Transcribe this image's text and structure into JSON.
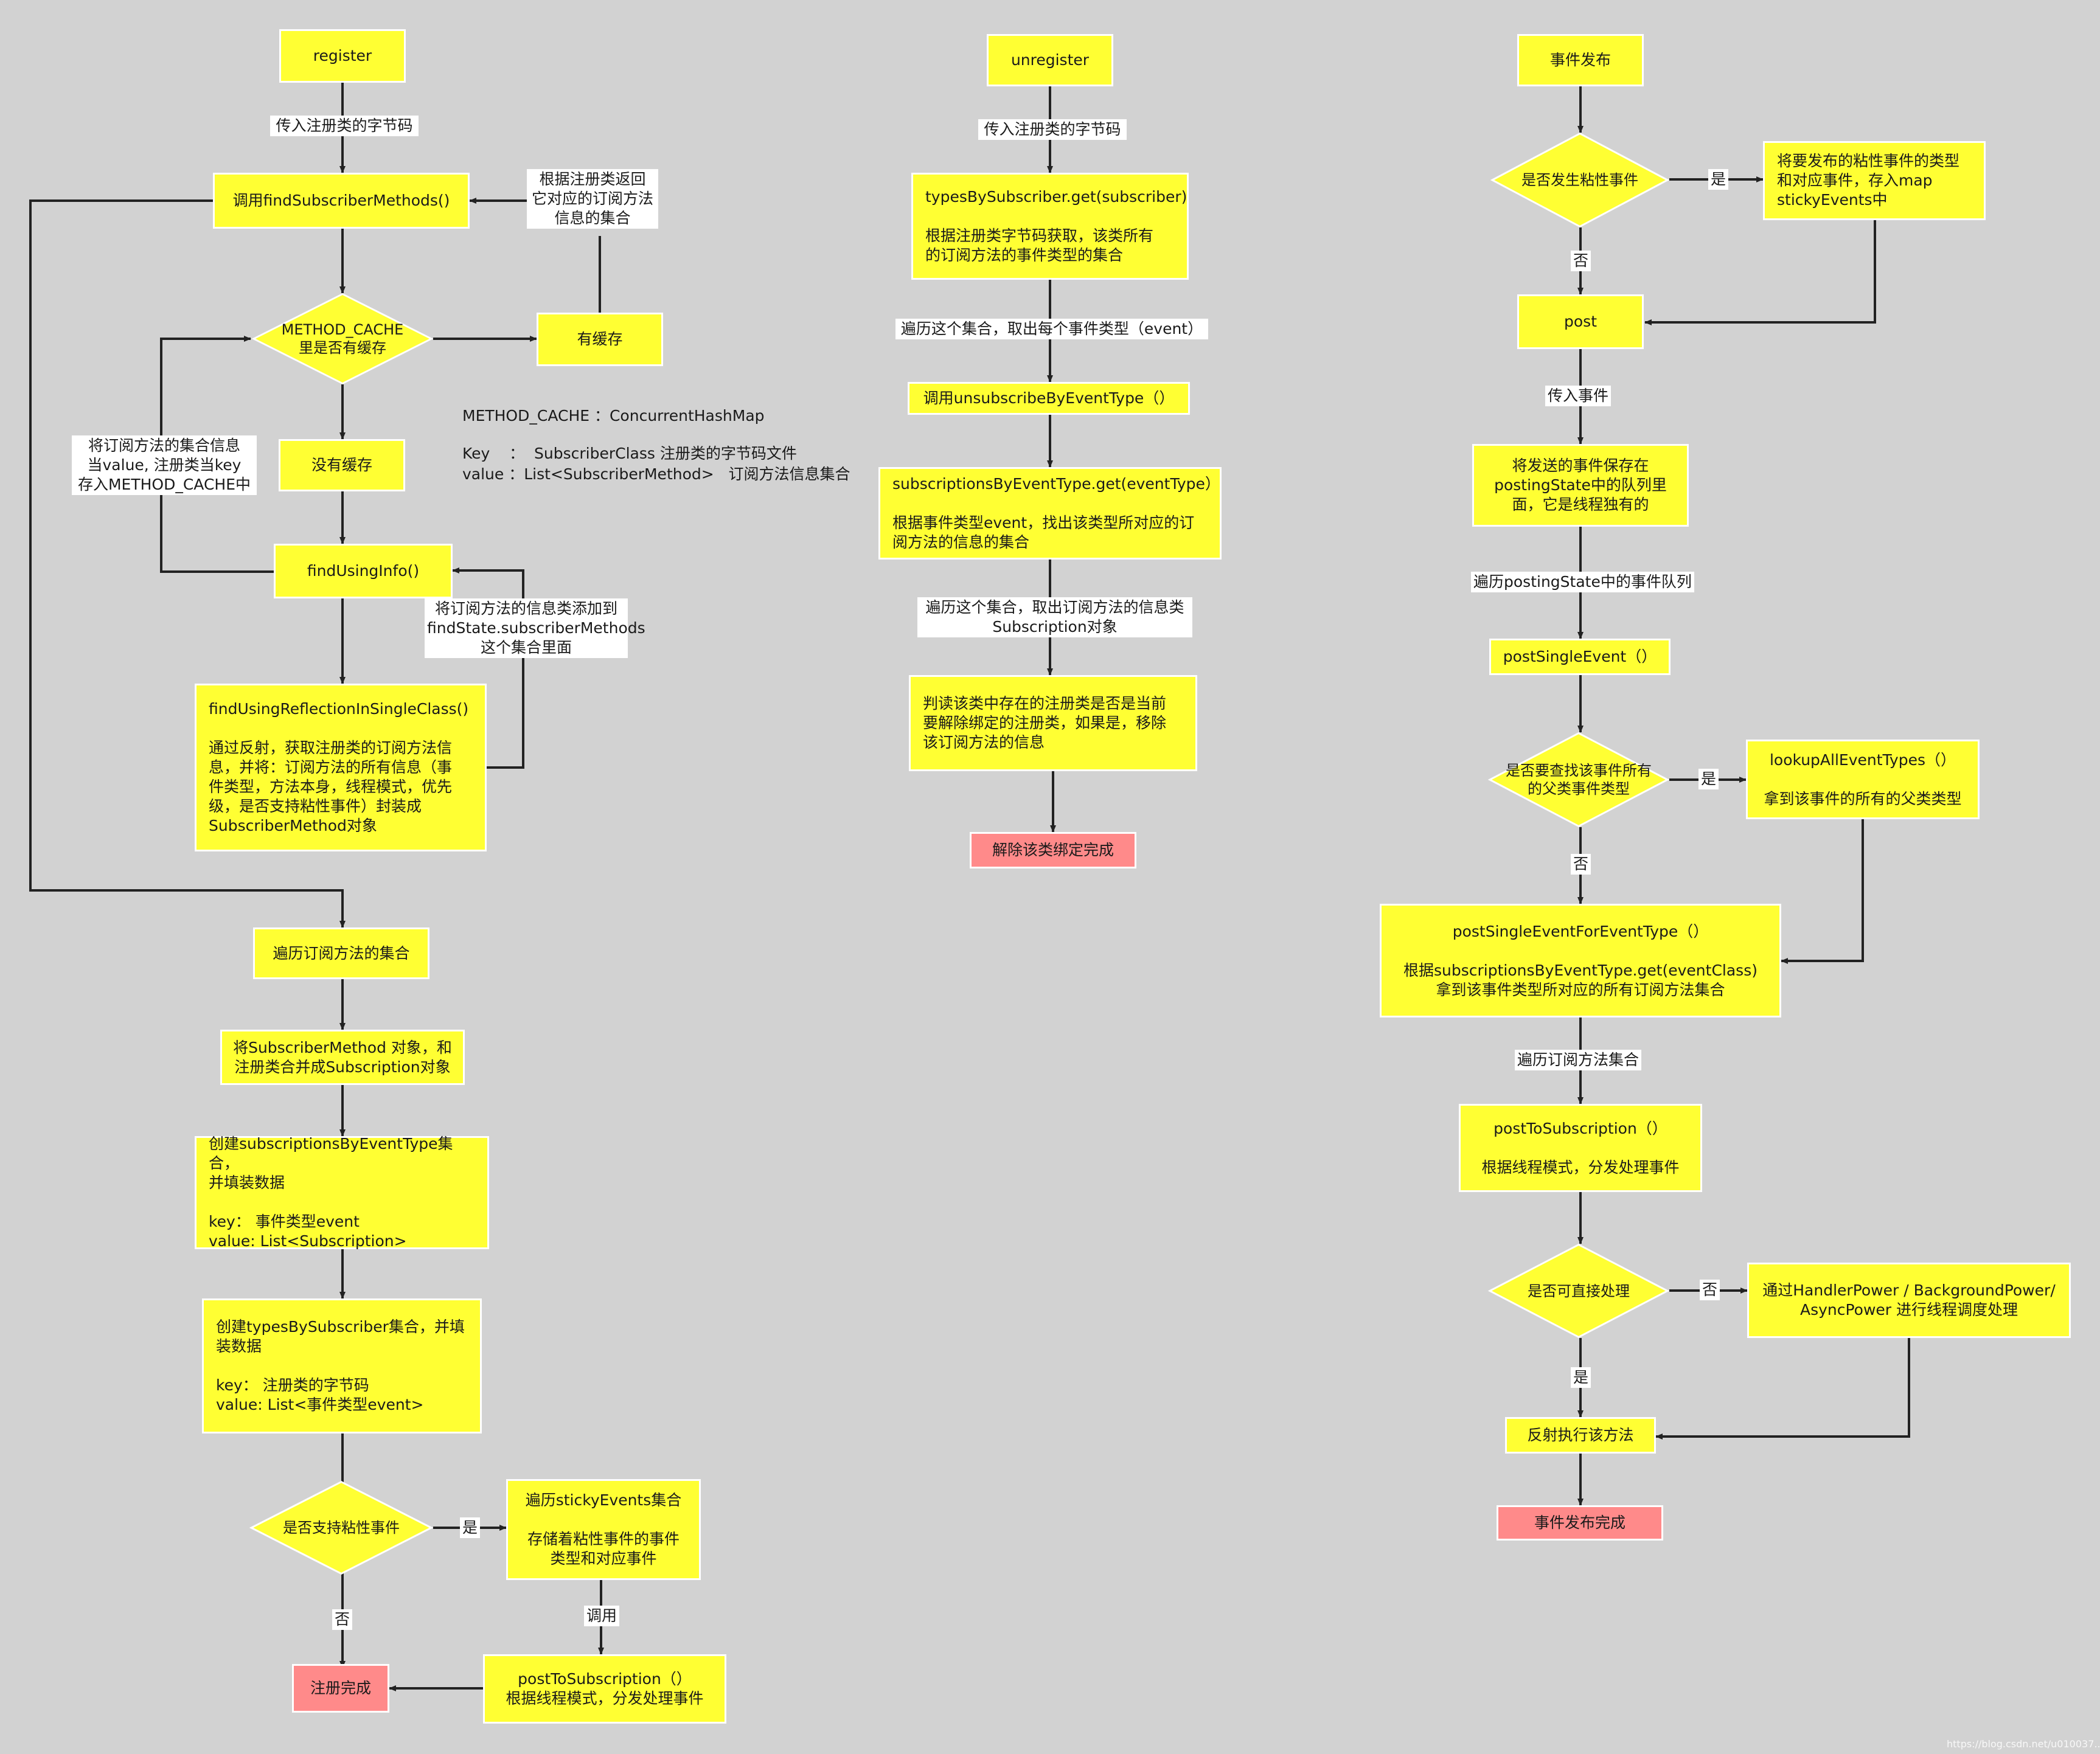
{
  "register_flow": {
    "start": "register",
    "lbl_pass_bytecode": "传入注册类的字节码",
    "call_find": "调用findSubscriberMethods()",
    "lbl_return": "根据注册类返回\n它对应的订阅方法\n信息的集合",
    "method_cache_decision": "METHOD_CACHE\n里是否有缓存",
    "has_cache": "有缓存",
    "no_cache": "没有缓存",
    "lbl_store_cache": "将订阅方法的集合信息\n当value, 注册类当key\n存入METHOD_CACHE中",
    "find_using_info": "findUsingInfo()",
    "lbl_add_methods": "将订阅方法的信息类添加到\nfindState.subscriberMethods\n这个集合里面",
    "reflection": "findUsingReflectionInSingleClass()\n\n通过反射，获取注册类的订阅方法信\n息，并将：订阅方法的所有信息（事\n件类型，方法本身，线程模式，优先\n级，是否支持粘性事件）封装成\nSubscriberMethod对象",
    "iterate_methods": "遍历订阅方法的集合",
    "combine": "将SubscriberMethod 对象，和\n注册类合并成Subscription对象",
    "create_subs": "创建subscriptionsByEventType集合，\n并填装数据\n\nkey： 事件类型event\nvalue: List<Subscription>",
    "create_types": "创建typesBySubscriber集合，并填\n装数据\n\nkey： 注册类的字节码\nvalue: List<事件类型event>",
    "sticky_decision": "是否支持粘性事件",
    "lbl_yes": "是",
    "lbl_no": "否",
    "iterate_sticky": "遍历stickyEvents集合\n\n存储着粘性事件的事件\n类型和对应事件",
    "lbl_call": "调用",
    "post_to_sub": "postToSubscription（）\n根据线程模式，分发处理事件",
    "done": "注册完成"
  },
  "cache_note": {
    "line1": "METHOD_CACHE ：ConcurrentHashMap",
    "line2": "Key    ：  SubscriberClass 注册类的字节码文件",
    "line3": "value ：List<SubscriberMethod>   订阅方法信息集合"
  },
  "unregister_flow": {
    "start": "unregister",
    "lbl_pass_bytecode": "传入注册类的字节码",
    "types_get": "typesBySubscriber.get(subscriber)\n\n根据注册类字节码获取，该类所有\n的订阅方法的事件类型的集合",
    "lbl_iterate": "遍历这个集合，取出每个事件类型（event）",
    "call_unsub": "调用unsubscribeByEventType（）",
    "subs_get": "subscriptionsByEventType.get(eventType）\n\n根据事件类型event，找出该类型所对应的订\n阅方法的信息的集合",
    "lbl_iterate2": "遍历这个集合，取出订阅方法的信息类\nSubscription对象",
    "judge": "判读该类中存在的注册类是否是当前\n要解除绑定的注册类，如果是，移除\n该订阅方法的信息",
    "done": "解除该类绑定完成"
  },
  "post_flow": {
    "start": "事件发布",
    "sticky_decision": "是否发生粘性事件",
    "lbl_yes": "是",
    "lbl_no": "否",
    "store_sticky": "将要发布的粘性事件的类型\n和对应事件，存入map\nstickyEvents中",
    "post": "post",
    "lbl_pass_event": "传入事件",
    "save_queue": "将发送的事件保存在\npostingState中的队列里\n面，它是线程独有的",
    "lbl_iterate_queue": "遍历postingState中的事件队列",
    "post_single": "postSingleEvent（）",
    "parent_decision": "是否要查找该事件所有\n的父类事件类型",
    "lookup": "lookupAllEventTypes（）\n\n拿到该事件的所有的父类类型",
    "for_type": "postSingleEventForEventType（）\n\n根据subscriptionsByEventType.get(eventClass)\n拿到该事件类型所对应的所有订阅方法集合",
    "lbl_iterate_methods": "遍历订阅方法集合",
    "post_to_sub": "postToSubscription（）\n\n根据线程模式，分发处理事件",
    "direct_decision": "是否可直接处理",
    "poster": "通过HandlerPower / BackgroundPower/\nAsyncPower 进行线程调度处理",
    "invoke": "反射执行该方法",
    "done": "事件发布完成"
  },
  "watermark": "https://blog.csdn.net/u010037..."
}
